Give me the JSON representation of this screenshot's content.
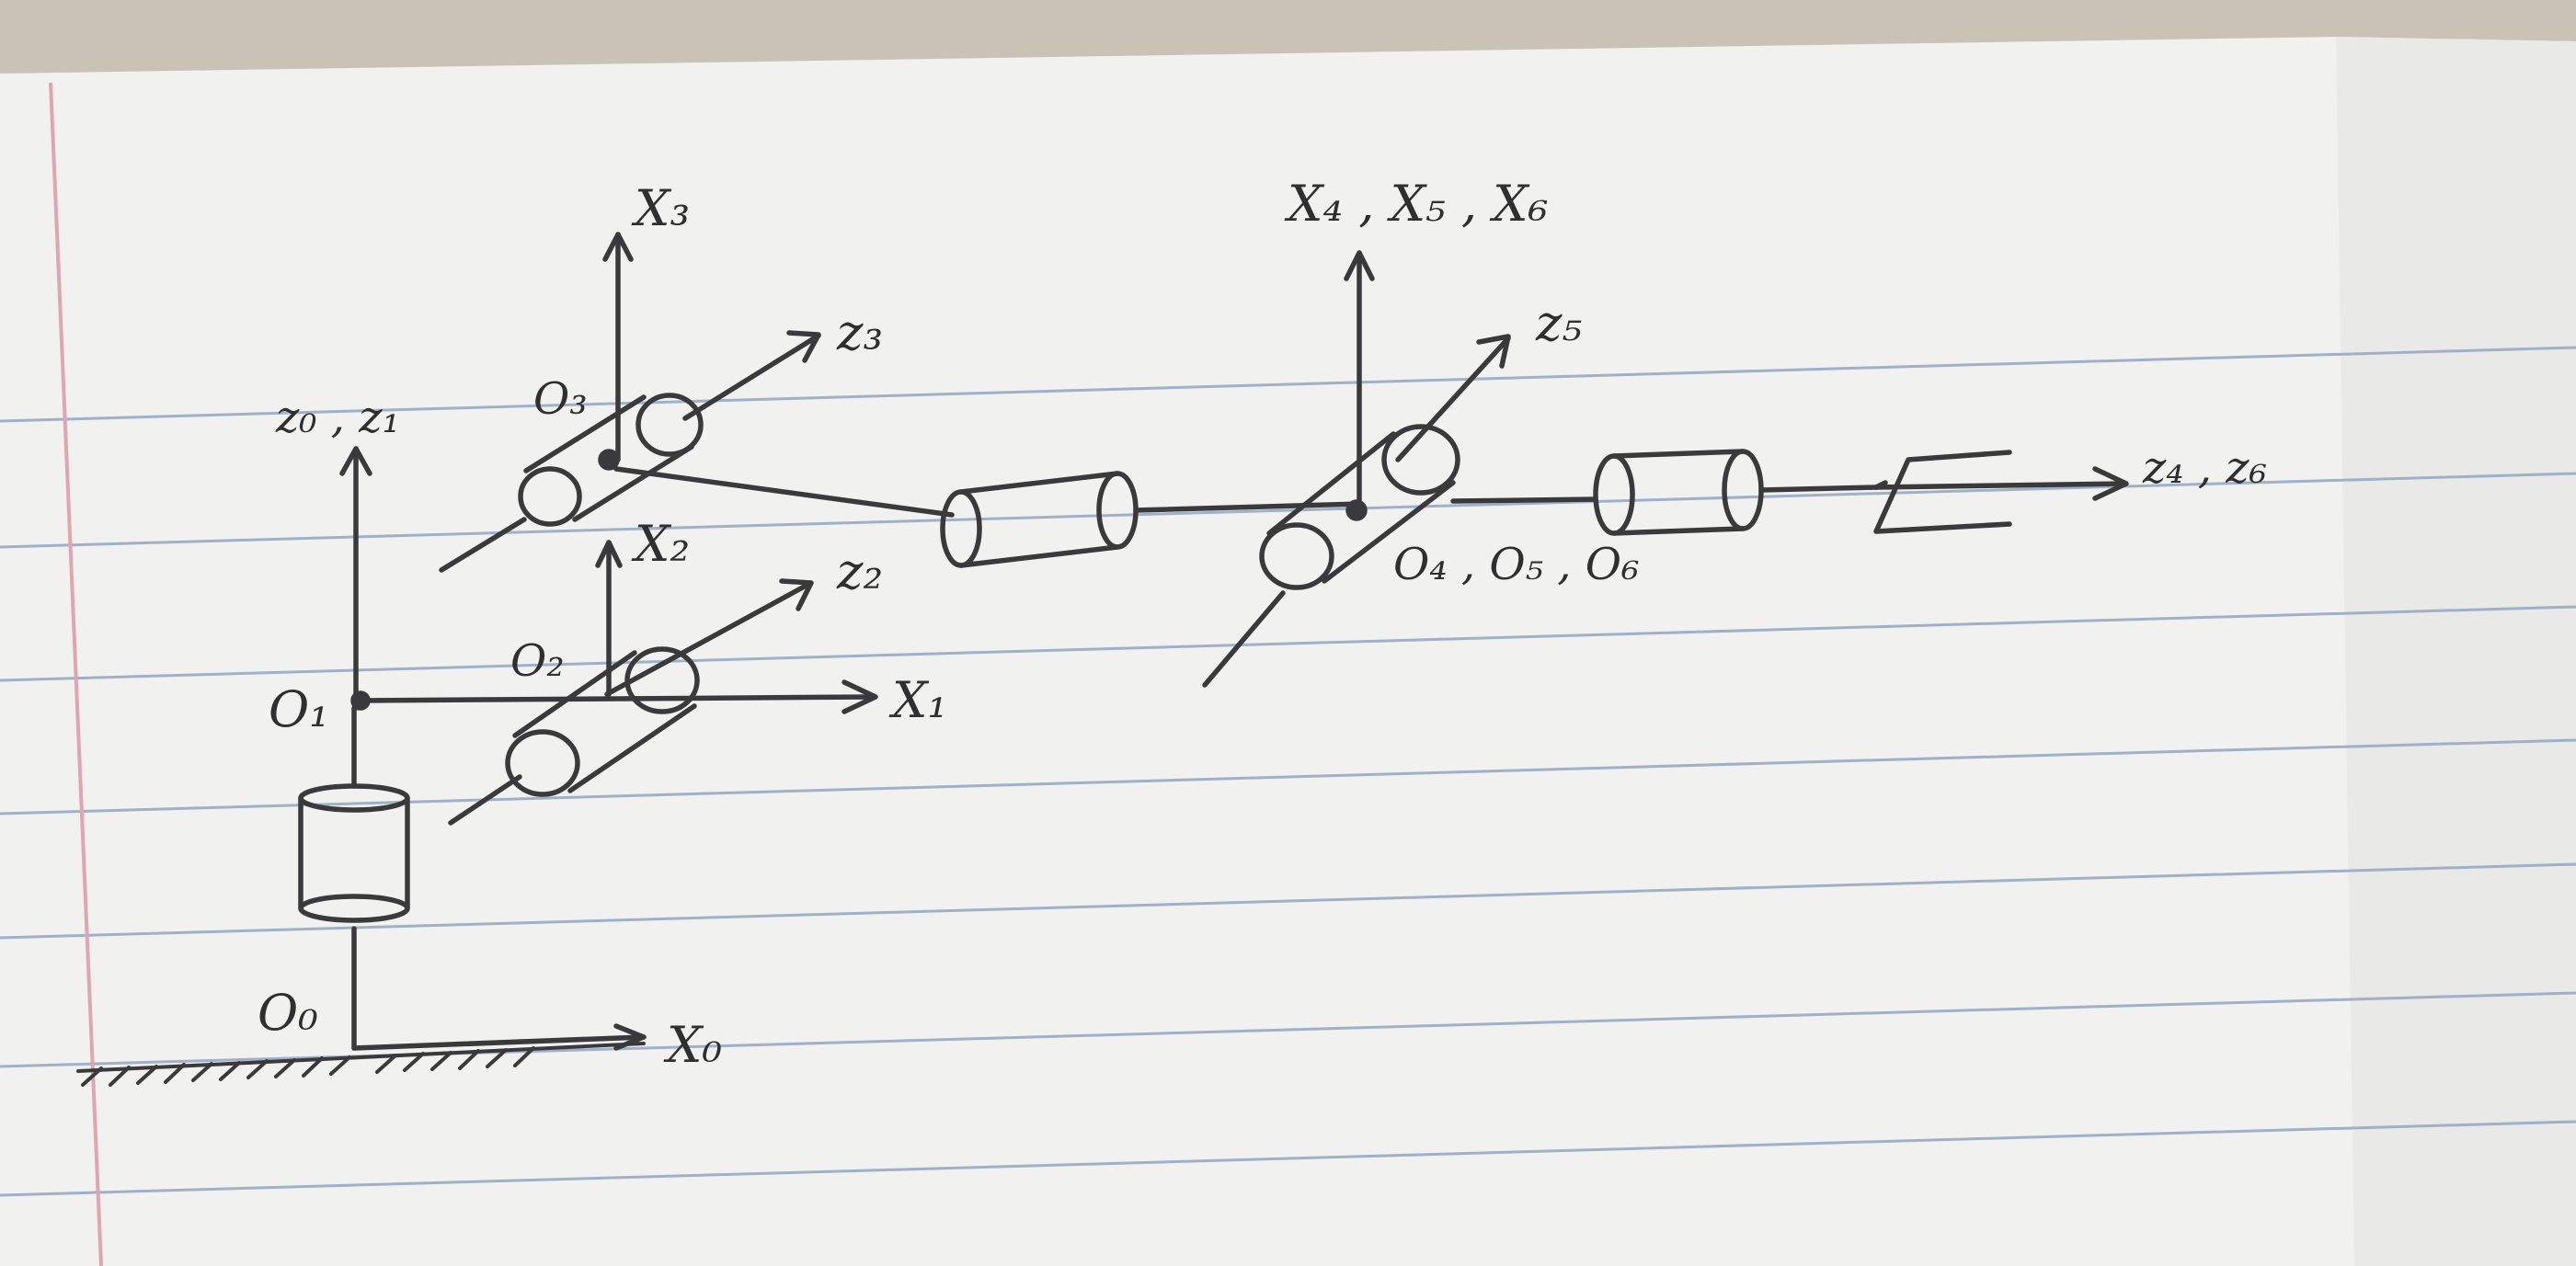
{
  "diagram": {
    "frame_labels": {
      "z0_z1": "z₀ , z₁",
      "o1": "O₁",
      "o_base": "O₀",
      "x0": "X₀",
      "x1": "X₁",
      "o2": "O₂",
      "x2": "X₂",
      "z2": "z₂",
      "o3": "O₃",
      "x3": "X₃",
      "z3": "z₃",
      "x4x5x6": "X₄ , X₅ , X₆",
      "z5": "z₅",
      "o4o5o6": "O₄ , O₅ , O₆",
      "z4z6": "z₄ , z₆"
    },
    "colors": {
      "paper": "#f2f2f0",
      "ruling": "#9fb0c9",
      "margin": "#e2a3b3",
      "ink": "#3a3a3c",
      "background": "#c9c3b6"
    }
  }
}
